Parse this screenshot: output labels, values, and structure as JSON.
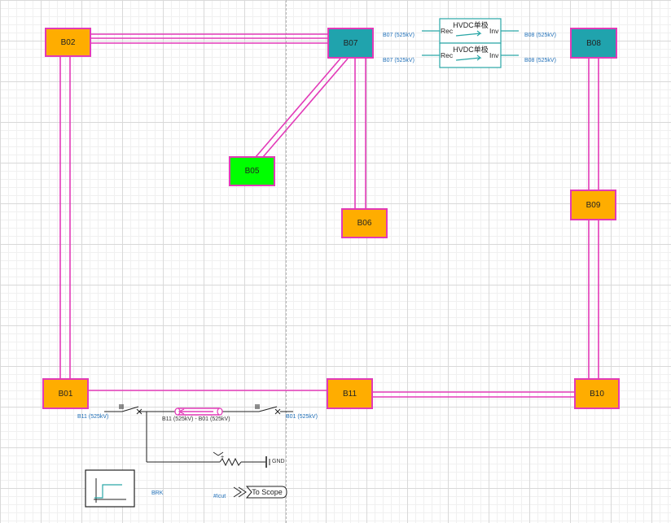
{
  "buses": {
    "b01": "B01",
    "b02": "B02",
    "b05": "B05",
    "b06": "B06",
    "b07": "B07",
    "b08": "B08",
    "b09": "B09",
    "b10": "B10",
    "b11": "B11"
  },
  "hvdc": {
    "top": {
      "title": "HVDC单极",
      "rec": "Rec",
      "inv": "Inv",
      "left_label": "B07 (525kV)",
      "right_label": "B08 (525kV)"
    },
    "bottom": {
      "title": "HVDC单极",
      "rec": "Rec",
      "inv": "Inv",
      "left_label": "B07 (525kV)",
      "right_label": "B08 (525kV)"
    }
  },
  "fault_circuit": {
    "left_breaker_label": "B11 (525kV)",
    "line_label": "B11 (525kV) - B01 (525kV)",
    "right_breaker_label": "B01 (525kV)",
    "ground_label": "GND"
  },
  "brk": {
    "label": "BRK"
  },
  "scope": {
    "signal": "#Icut",
    "label": "To Scope"
  },
  "colors": {
    "line": "#e23ab8",
    "bus_orange": "#ffad00",
    "bus_teal": "#20a3ad",
    "bus_green": "#00ff00",
    "hvdc_block": "#2aa6a6",
    "label_blue": "#1f6fb8"
  }
}
